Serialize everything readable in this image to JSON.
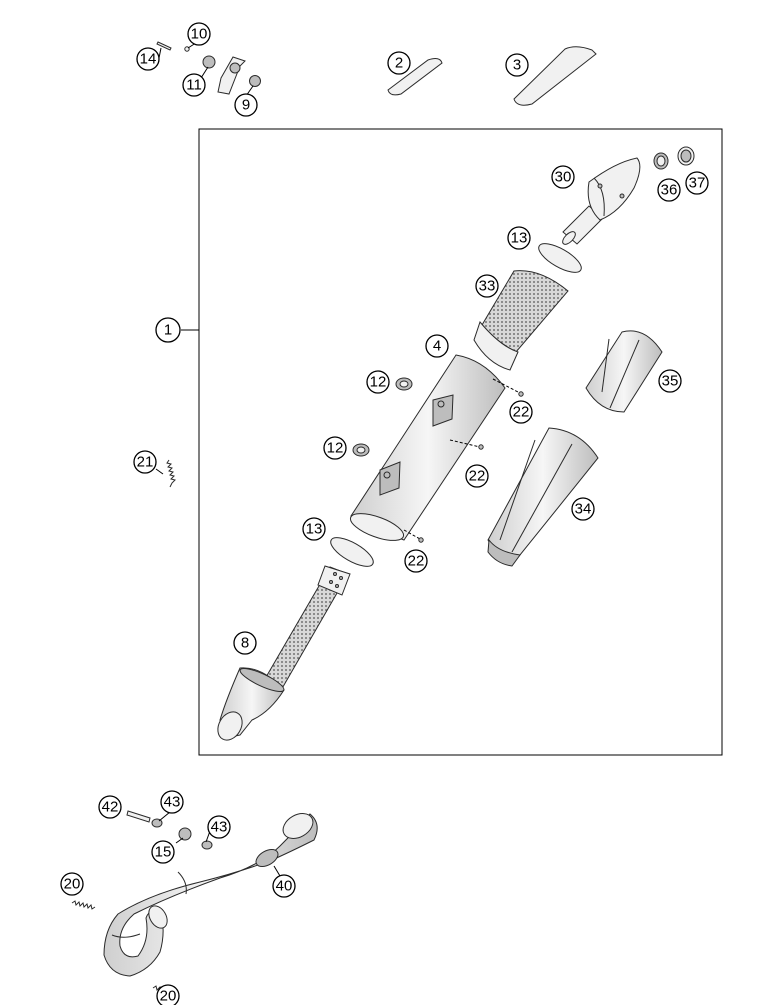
{
  "callouts": [
    {
      "id": "c14",
      "label": "14"
    },
    {
      "id": "c10",
      "label": "10"
    },
    {
      "id": "c11",
      "label": "11"
    },
    {
      "id": "c9",
      "label": "9"
    },
    {
      "id": "c2",
      "label": "2"
    },
    {
      "id": "c3",
      "label": "3"
    },
    {
      "id": "c30",
      "label": "30"
    },
    {
      "id": "c36",
      "label": "36"
    },
    {
      "id": "c37",
      "label": "37"
    },
    {
      "id": "c13a",
      "label": "13"
    },
    {
      "id": "c33",
      "label": "33"
    },
    {
      "id": "c1",
      "label": "1"
    },
    {
      "id": "c4",
      "label": "4"
    },
    {
      "id": "c12a",
      "label": "12"
    },
    {
      "id": "c35",
      "label": "35"
    },
    {
      "id": "c22a",
      "label": "22"
    },
    {
      "id": "c12b",
      "label": "12"
    },
    {
      "id": "c21",
      "label": "21"
    },
    {
      "id": "c22b",
      "label": "22"
    },
    {
      "id": "c34",
      "label": "34"
    },
    {
      "id": "c13b",
      "label": "13"
    },
    {
      "id": "c22c",
      "label": "22"
    },
    {
      "id": "c8",
      "label": "8"
    },
    {
      "id": "c42",
      "label": "42"
    },
    {
      "id": "c43a",
      "label": "43"
    },
    {
      "id": "c43b",
      "label": "43"
    },
    {
      "id": "c15",
      "label": "15"
    },
    {
      "id": "c20a",
      "label": "20"
    },
    {
      "id": "c40",
      "label": "40"
    },
    {
      "id": "c20b",
      "label": "20"
    }
  ]
}
